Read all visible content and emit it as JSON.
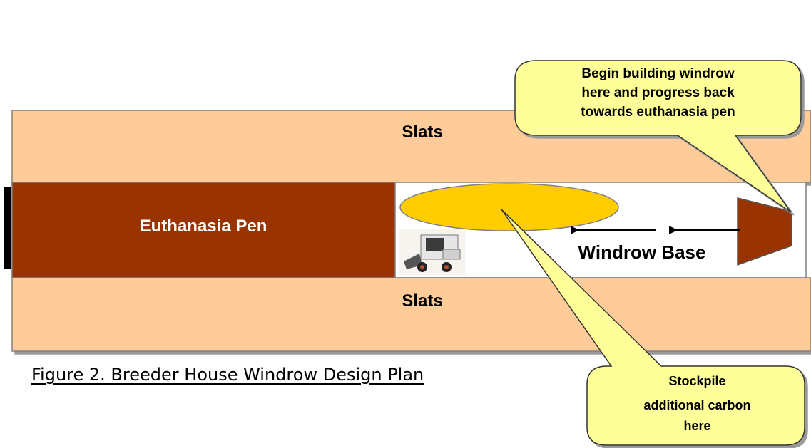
{
  "labels": {
    "slats_top": "Slats",
    "slats_bottom": "Slats",
    "euthanasia_pen": "Euthanasia Pen",
    "windrow_base": "Windrow Base"
  },
  "callouts": {
    "begin_building": [
      "Begin building windrow",
      "here and progress back",
      "towards euthanasia pen"
    ],
    "stockpile": [
      "Stockpile",
      "additional carbon",
      "here"
    ]
  },
  "caption": "Figure 2. Breeder House Windrow Design Plan",
  "icons": [
    "skid-steer-loader-icon",
    "arrow-left-icon"
  ],
  "colors": {
    "slats_fill": "#FFCC99",
    "pen_fill": "#993300",
    "stockpile_fill": "#FFCC00",
    "callout_fill": "#FFFF99",
    "outline": "#808080"
  }
}
